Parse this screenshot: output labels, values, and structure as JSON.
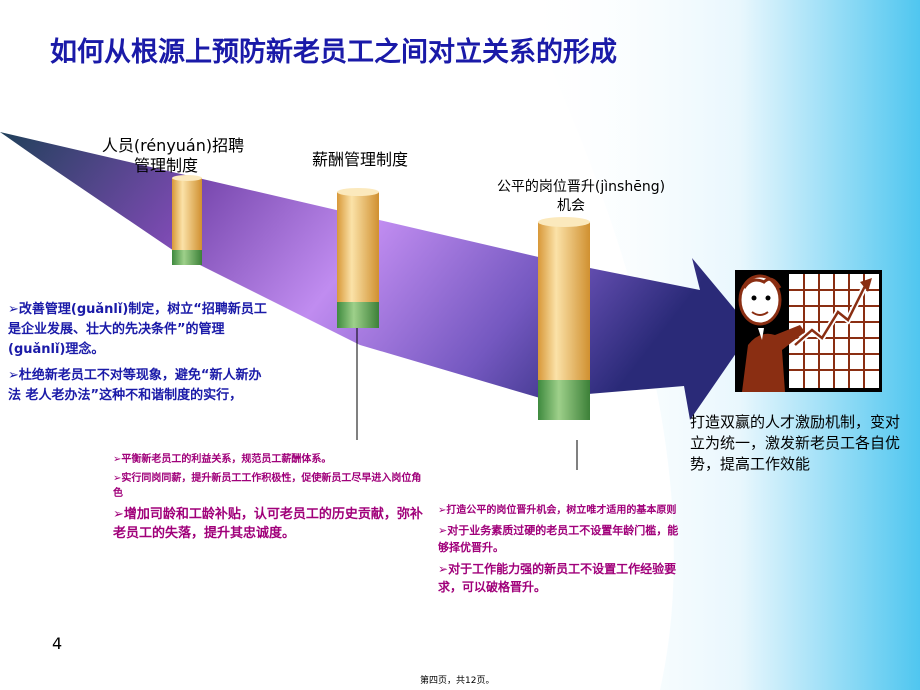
{
  "title": "如何从根源上预防新老员工之间对立关系的形成",
  "columns": [
    {
      "label_line1": "人员(rényuán)招聘",
      "label_line2": "管理制度"
    },
    {
      "label_line1": "薪酬管理制度"
    },
    {
      "label_line1": "公平的岗位晋升(jìnshēng)",
      "label_line2": "机会"
    }
  ],
  "recruit_points": [
    "改善管理(guǎnlǐ)制定，树立“招聘新员工是企业发展、壮大的先决条件”的管理(guǎnlǐ)理念。",
    "杜绝新老员工不对等现象，避免“新人新办法 老人老办法”这种不和谐制度的实行，"
  ],
  "salary_points": [
    "平衡新老员工的利益关系，规范员工薪酬体系。",
    "实行同岗同薪，提升新员工工作积极性，促使新员工尽早进入岗位角色",
    "增加司龄和工龄补贴，认可老员工的历史贡献，弥补老员工的失落，提升其忠诚度。"
  ],
  "promotion_points": [
    "打造公平的岗位晋升机会，树立唯才适用的基本原则",
    "对于业务素质过硬的老员工不设置年龄门槛，能够择优晋升。",
    "对于工作能力强的新员工不设置工作经验要求，可以破格晋升。"
  ],
  "goal": "打造双赢的人才激励机制，变对立为统一，激发新老员工各自优势，提高工作效能",
  "slide_number": "4",
  "footer": "第四页，共12页。",
  "colors": {
    "title": "#1a1aa8",
    "bullet_blue": "#1a1aa8",
    "bullet_magenta": "#a0007a",
    "cylinder_body": "#f0c070",
    "cylinder_base": "#6aa860"
  }
}
